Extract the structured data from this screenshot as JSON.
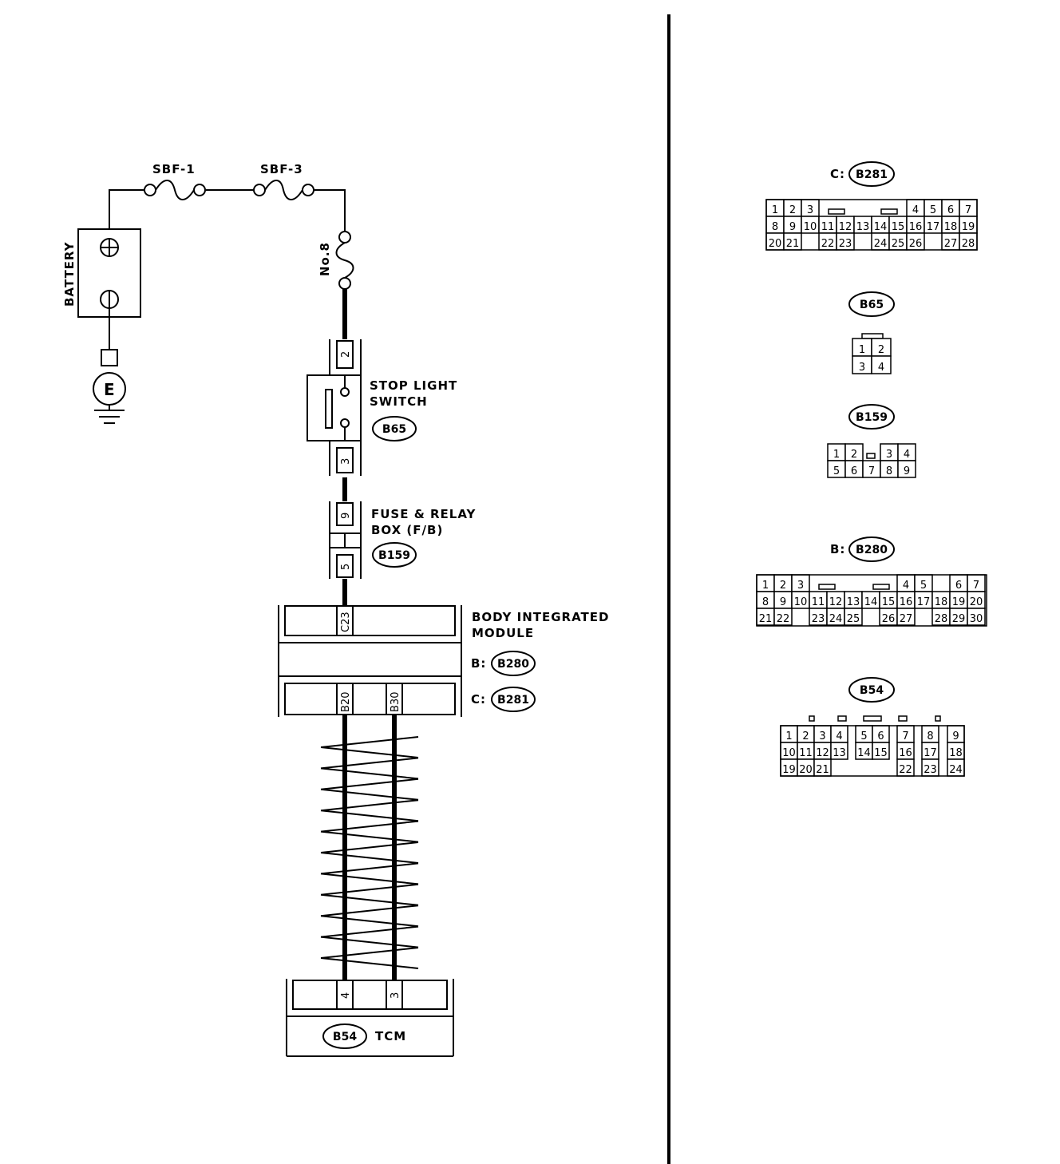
{
  "left": {
    "fuses": {
      "sbf1": "SBF-1",
      "sbf3": "SBF-3",
      "no8": "No.8"
    },
    "battery": {
      "label": "BATTERY",
      "plus": "⊕",
      "minus": "⊖"
    },
    "ground": {
      "label": "E"
    },
    "stop_light_switch": {
      "label_line1": "STOP LIGHT",
      "label_line2": "SWITCH",
      "connector": "B65",
      "pin_top": "2",
      "pin_bottom": "3"
    },
    "fuse_relay_box": {
      "label_line1": "FUSE & RELAY",
      "label_line2": "BOX (F/B)",
      "connector": "B159",
      "pin_top": "9",
      "pin_bottom": "5"
    },
    "body_integrated_module": {
      "label_line1": "BODY INTEGRATED",
      "label_line2": "MODULE",
      "b_prefix": "B:",
      "b_connector": "B280",
      "c_prefix": "C:",
      "c_connector": "B281",
      "pin_c23": "C23",
      "pin_b20": "B20",
      "pin_b30": "B30"
    },
    "tcm": {
      "label": "TCM",
      "connector": "B54",
      "pin_a": "4",
      "pin_b": "3"
    }
  },
  "right": {
    "b281": {
      "prefix": "C:",
      "name": "B281",
      "rows": [
        [
          "1",
          "2",
          "3",
          "",
          "",
          "",
          "",
          "",
          "4",
          "5",
          "6",
          "7"
        ],
        [
          "8",
          "9",
          "10",
          "11",
          "12",
          "13",
          "14",
          "15",
          "16",
          "17",
          "18",
          "19"
        ],
        [
          "20",
          "21",
          "",
          "22",
          "23",
          "",
          "24",
          "25",
          "26",
          "",
          "27",
          "28"
        ]
      ]
    },
    "b65": {
      "name": "B65",
      "rows": [
        [
          "1",
          "2"
        ],
        [
          "3",
          "4"
        ]
      ]
    },
    "b159": {
      "name": "B159",
      "rows": [
        [
          "1",
          "2",
          "",
          "3",
          "4"
        ],
        [
          "5",
          "6",
          "7",
          "8",
          "9"
        ]
      ]
    },
    "b280": {
      "prefix": "B:",
      "name": "B280",
      "rows": [
        [
          "1",
          "2",
          "3",
          "",
          "",
          "",
          "",
          "",
          "4",
          "5",
          "",
          "6",
          "7"
        ],
        [
          "8",
          "9",
          "10",
          "11",
          "12",
          "13",
          "14",
          "15",
          "16",
          "17",
          "18",
          "19",
          "20"
        ],
        [
          "21",
          "22",
          "",
          "23",
          "24",
          "25",
          "",
          "26",
          "27",
          "",
          "28",
          "29",
          "30"
        ]
      ]
    },
    "b54": {
      "name": "B54",
      "rows": [
        [
          "1",
          "2",
          "3",
          "4",
          "5",
          "6",
          "7",
          "8",
          "9"
        ],
        [
          "10",
          "11",
          "12",
          "13",
          "14",
          "15",
          "16",
          "17",
          "18"
        ],
        [
          "19",
          "20",
          "21",
          "22",
          "23",
          "24"
        ]
      ]
    }
  }
}
